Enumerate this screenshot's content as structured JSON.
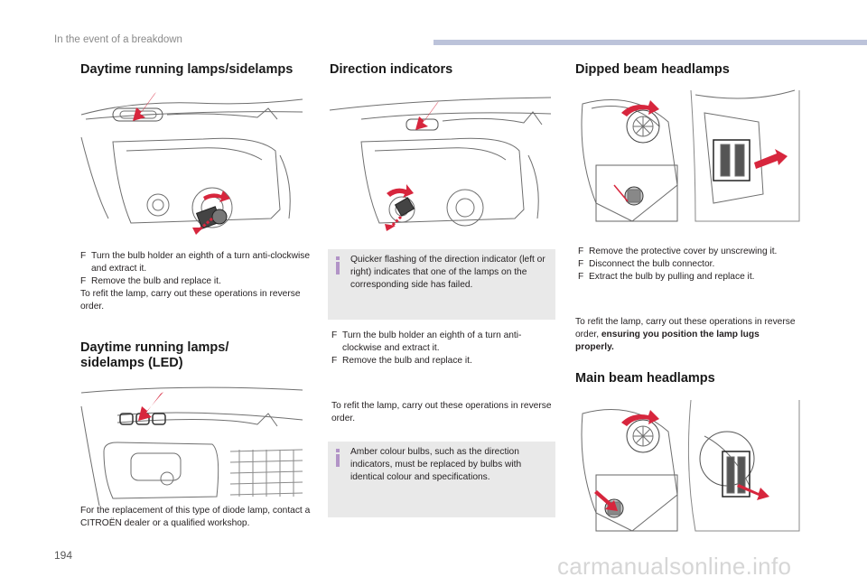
{
  "header": {
    "section": "In the event of a breakdown"
  },
  "page_number": "194",
  "watermark": "carmanualsonline.info",
  "col1": {
    "title": "Daytime running lamps/sidelamps",
    "steps": [
      "Turn the bulb holder an eighth of a turn anti-clockwise and extract it.",
      "Remove the bulb and replace it."
    ],
    "refit": "To refit the lamp, carry out these operations in reverse order.",
    "led_title_line1": "Daytime running lamps/",
    "led_title_line2": "sidelamps (LED)",
    "led_text": "For the replacement of this type of diode lamp, contact a CITROËN dealer or a qualified workshop."
  },
  "col2": {
    "title": "Direction indicators",
    "info1": "Quicker flashing of the direction indicator (left or right) indicates that one of the lamps on the corresponding side has failed.",
    "steps": [
      "Turn the bulb holder an eighth of a turn anti-clockwise and extract it.",
      "Remove the bulb and replace it."
    ],
    "refit": "To refit the lamp, carry out these operations in reverse order.",
    "info2": "Amber colour bulbs, such as the direction indicators, must be replaced by bulbs with identical colour and specifications."
  },
  "col3": {
    "title": "Dipped beam headlamps",
    "steps": [
      "Remove the protective cover by unscrewing it.",
      "Disconnect the bulb connector.",
      "Extract the bulb by pulling and replace it."
    ],
    "refit_plain": "To refit the lamp, carry out these operations in reverse order, ",
    "refit_bold": "ensuring you position the lamp lugs properly.",
    "main_title": "Main beam headlamps"
  },
  "bullet_symbol": "F",
  "colors": {
    "accent_red": "#d7263d",
    "info_bg": "#e9e9e9",
    "info_bar": "#b294c7",
    "header_bar": "#bcc3da"
  }
}
